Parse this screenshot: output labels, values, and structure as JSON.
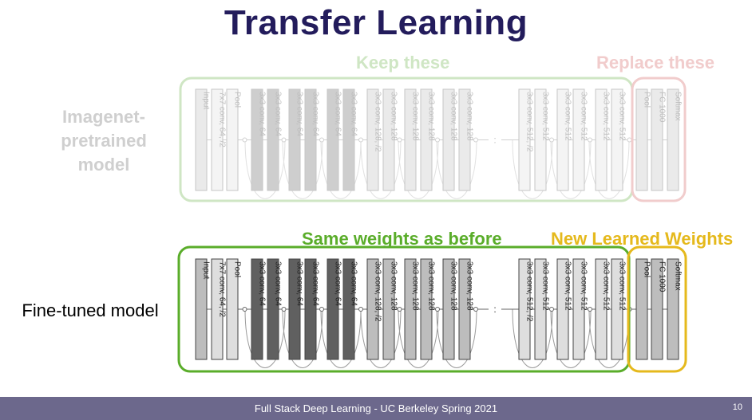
{
  "title": "Transfer Learning",
  "top": {
    "keep_label": "Keep these",
    "replace_label": "Replace these",
    "model_label": "Imagenet-\npretrained\nmodel"
  },
  "bottom": {
    "same_label": "Same weights as before",
    "new_label": "New Learned Weights",
    "model_label": "Fine-tuned model"
  },
  "layers": [
    {
      "label": "Input",
      "shade": "mid"
    },
    {
      "label": "7x7 conv, 64, /2",
      "shade": "light"
    },
    {
      "label": "Pool",
      "shade": "light"
    },
    {
      "label": "3x3 conv, 64",
      "shade": "dark"
    },
    {
      "label": "3x3 conv, 64",
      "shade": "dark"
    },
    {
      "label": "3x3 conv, 64",
      "shade": "dark"
    },
    {
      "label": "3x3 conv, 64",
      "shade": "dark"
    },
    {
      "label": "3x3 conv, 64",
      "shade": "dark"
    },
    {
      "label": "3x3 conv, 64",
      "shade": "dark"
    },
    {
      "label": "3x3 conv, 128, /2",
      "shade": "mid"
    },
    {
      "label": "3x3 conv, 128",
      "shade": "mid"
    },
    {
      "label": "3x3 conv, 128",
      "shade": "mid"
    },
    {
      "label": "3x3 conv, 128",
      "shade": "mid"
    },
    {
      "label": "3x3 conv, 128",
      "shade": "mid"
    },
    {
      "label": "3x3 conv, 128",
      "shade": "mid"
    },
    {
      "label": "3x3 conv, 512, /2",
      "shade": "light"
    },
    {
      "label": "3x3 conv, 512",
      "shade": "light"
    },
    {
      "label": "3x3 conv, 512",
      "shade": "light"
    },
    {
      "label": "3x3 conv, 512",
      "shade": "light"
    },
    {
      "label": "3x3 conv, 512",
      "shade": "light"
    },
    {
      "label": "3x3 conv, 512",
      "shade": "light"
    },
    {
      "label": "Pool",
      "shade": "mid"
    },
    {
      "label": "FC 1000",
      "shade": "mid"
    },
    {
      "label": "Softmax",
      "shade": "mid"
    }
  ],
  "ellipsis": ":",
  "colors": {
    "title": "#231c5c",
    "keep_faded": "#cfe6c4",
    "replace_faded": "#f1cccc",
    "same_green": "#5aad2a",
    "new_yellow": "#e5b91c",
    "faded_text": "#cfcfcf",
    "footer_bg": "#6c688c"
  },
  "footer": {
    "text": "Full Stack Deep Learning - UC Berkeley Spring 2021",
    "page": "10"
  }
}
